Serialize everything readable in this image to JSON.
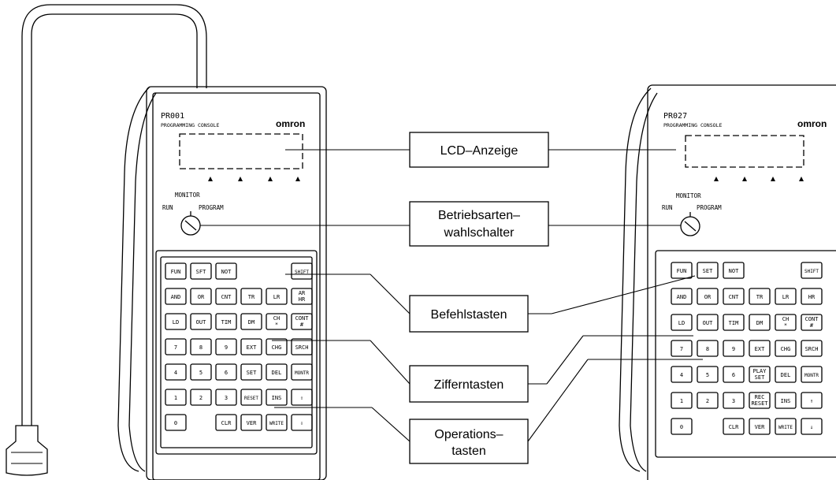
{
  "console_left": {
    "model": "PR001",
    "subtitle": "PROGRAMMING CONSOLE",
    "brand": "omron",
    "mode_labels": {
      "monitor": "MONITOR",
      "run": "RUN",
      "program": "PROGRAM"
    },
    "keys": [
      [
        "FUN",
        "SFT",
        "NOT",
        "",
        "",
        "SHIFT"
      ],
      [
        "AND",
        "OR",
        "CNT",
        "TR",
        "LR",
        "AR HR"
      ],
      [
        "LD",
        "OUT",
        "TIM",
        "DM",
        "CH *",
        "CONT #"
      ],
      [
        "7",
        "8",
        "9",
        "EXT",
        "CHG",
        "SRCH"
      ],
      [
        "4",
        "5",
        "6",
        "SET",
        "DEL",
        "MONTR"
      ],
      [
        "1",
        "2",
        "3",
        "RESET",
        "INS",
        "⇧"
      ],
      [
        "0",
        "",
        "CLR",
        "VER",
        "WRITE",
        "⇩"
      ]
    ]
  },
  "console_right": {
    "model": "PR027",
    "subtitle": "PROGRAMMING CONSOLE",
    "brand": "omron",
    "mode_labels": {
      "monitor": "MONITOR",
      "run": "RUN",
      "program": "PROGRAM"
    },
    "keys": [
      [
        "FUN",
        "SET",
        "NOT",
        "",
        "",
        "SHIFT"
      ],
      [
        "AND",
        "OR",
        "CNT",
        "TR",
        "LR",
        "HR"
      ],
      [
        "LD",
        "OUT",
        "TIM",
        "DM",
        "CH *",
        "CONT #"
      ],
      [
        "7",
        "8",
        "9",
        "EXT",
        "CHG",
        "SRCH"
      ],
      [
        "4",
        "5",
        "6",
        "PLAY SET",
        "DEL",
        "MONTR"
      ],
      [
        "1",
        "2",
        "3",
        "REC RESET",
        "INS",
        "↑"
      ],
      [
        "0",
        "",
        "CLR",
        "VER",
        "WRITE",
        "↓"
      ]
    ]
  },
  "callouts": {
    "lcd": "LCD–Anzeige",
    "mode_switch_line1": "Betriebsarten–",
    "mode_switch_line2": "wahlschalter",
    "command_keys": "Befehlstasten",
    "numeric_keys": "Zifferntasten",
    "operation_keys_line1": "Operations–",
    "operation_keys_line2": "tasten"
  },
  "colors": {
    "line": "#000000",
    "background": "#ffffff"
  }
}
